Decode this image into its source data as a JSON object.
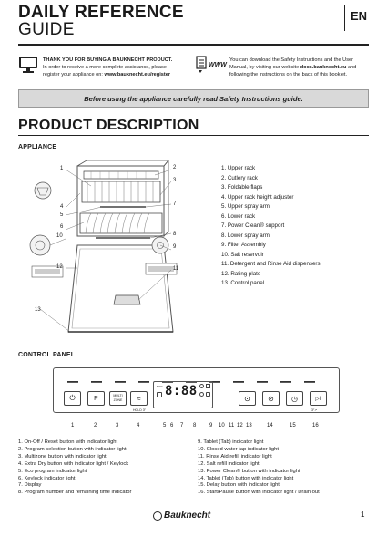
{
  "header": {
    "title_bold": "DAILY REFERENCE",
    "title_light": "GUIDE",
    "language": "EN"
  },
  "info_left": {
    "line1": "THANK YOU FOR BUYING A BAUKNECHT PRODUCT.",
    "line2": "In order to receive a more complete assistance, please",
    "line3_prefix": "register your appliance on: ",
    "line3_link": "www.bauknecht.eu/register"
  },
  "info_right": {
    "icon_label": "WWW",
    "line1": "You can download the Safety Instructions and the User",
    "line2_prefix": "Manual, by visiting our website ",
    "line2_link": "docs.bauknecht.eu",
    "line2_suffix": " and",
    "line3": "following the instructions on the back of this booklet."
  },
  "notice": "Before using the appliance carefully read Safety Instructions guide.",
  "section_title": "PRODUCT DESCRIPTION",
  "appliance": {
    "heading": "APPLIANCE",
    "items": [
      "1.   Upper rack",
      "2.   Cutlery rack",
      "3.   Foldable flaps",
      "4.   Upper rack height adjuster",
      "5.   Upper spray arm",
      "6.   Lower  rack",
      "7.   Power Clean® support",
      "8.   Lower spray arm",
      "9.   Filter Assembly",
      "10.  Salt reservoir",
      "11.  Detergent and Rinse Aid dispensers",
      "12.  Rating plate",
      "13.  Control panel"
    ],
    "callouts": [
      "1",
      "2",
      "3",
      "4",
      "5",
      "6",
      "7",
      "8",
      "9",
      "10",
      "11",
      "12",
      "13"
    ]
  },
  "control_panel": {
    "heading": "CONTROL PANEL",
    "display_text": "8:88",
    "buttons": {
      "power": "⏻",
      "program": "P",
      "multizone_l1": "MULTI",
      "multizone_l2": "ZONE",
      "extradry": "≈",
      "tab": "⊘",
      "powerclean": "⊙",
      "delay": "◷",
      "startpause": "▷‖"
    },
    "small_labels": {
      "eco": "eco",
      "hold": "HOLD 3″",
      "hold_right": "3″↗"
    },
    "numbers": [
      "1",
      "2",
      "3",
      "4",
      "5",
      "6",
      "7",
      "8",
      "9",
      "10",
      "11",
      "12",
      "13",
      "14",
      "15",
      "16"
    ],
    "legend_left": [
      "1.   On-Off / Reset button with indicator light",
      "2.   Program selection button with indicator light",
      "3.   Multizone button with indicator light",
      "4.   Extra Dry button with indicator light / Keylock",
      "5.   Eco program indicator light",
      "6.   Keylock indicator light",
      "7.   Display",
      "8.   Program number and remaining time indicator"
    ],
    "legend_right": [
      "9.   Tablet (Tab) indicator light",
      "10.  Closed water tap indicator light",
      "11.  Rinse Aid refill indicator light",
      "12.  Salt refill indicator light",
      "13.  Power Clean® button with indicator light",
      "14.  Tablet (Tab) button with indicator light",
      "15.  Delay button with indicator light",
      "16.  Start/Pause button with indicator light / Drain out"
    ]
  },
  "footer": {
    "brand": "Bauknecht",
    "page": "1"
  }
}
